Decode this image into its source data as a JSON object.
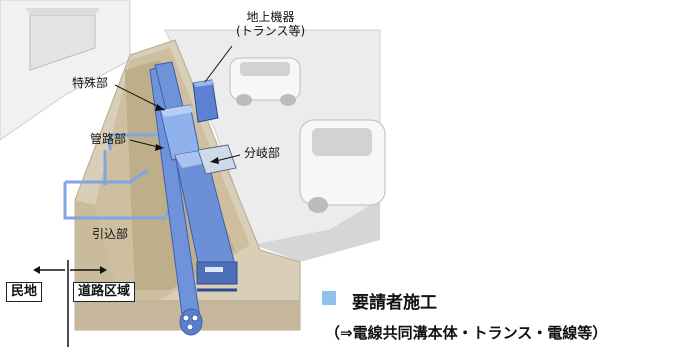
{
  "labels": {
    "above_ground_equipment": "地上機器",
    "above_ground_equipment_sub": "(トランス等)",
    "special_section": "特殊部",
    "conduit_section": "管路部",
    "branch_section": "分岐部",
    "lead_in_section": "引込部",
    "private_land": "民地",
    "road_area": "道路区域"
  },
  "legend": {
    "label": "要請者施工",
    "note": "（⇒電線共同溝本体・トランス・電線等）",
    "swatch_color": "#8fc1ef"
  },
  "colors": {
    "duct_blue": "#5b86d6",
    "duct_light": "#8fb2ec",
    "trench": "#cfc1a4",
    "road": "#e9e9e9"
  }
}
